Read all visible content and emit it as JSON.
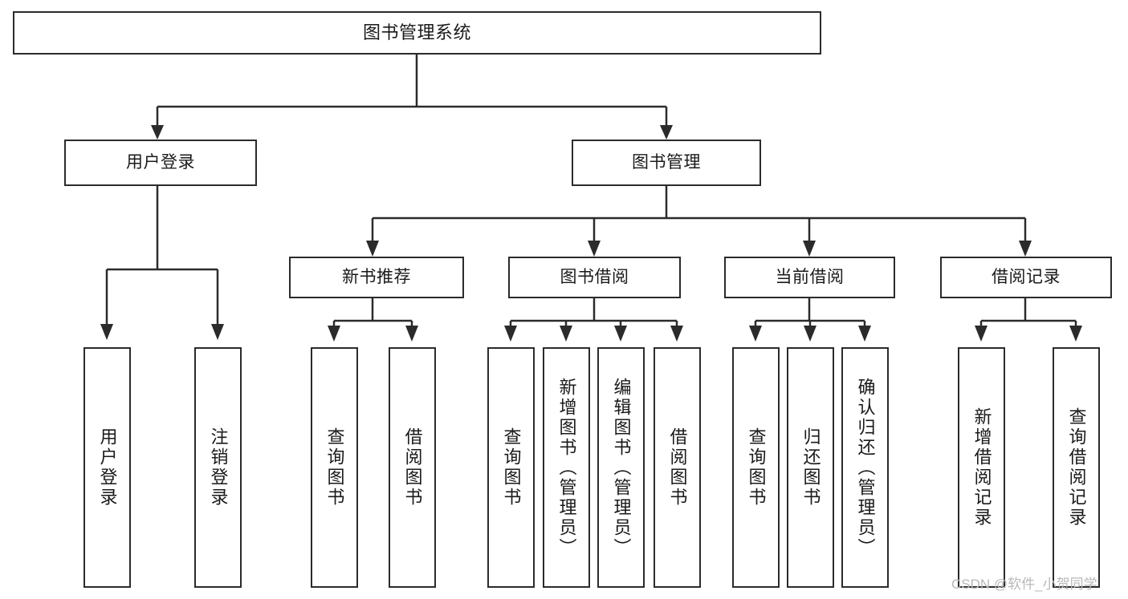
{
  "diagram": {
    "type": "tree-hierarchy",
    "title": "图书管理系统",
    "orientation": "top-down",
    "colors": {
      "background": "#ffffff",
      "box_border": "#2b2b2b",
      "box_fill": "#ffffff",
      "text": "#1a1a1a",
      "connector": "#2b2b2b",
      "watermark": "#b9b9b9"
    }
  },
  "nodes": {
    "root": {
      "label": "图书管理系统"
    },
    "level2": [
      {
        "id": "user-login",
        "label": "用户登录"
      },
      {
        "id": "book-management",
        "label": "图书管理"
      }
    ],
    "level3": [
      {
        "id": "new-book-recommend",
        "label": "新书推荐"
      },
      {
        "id": "book-borrow",
        "label": "图书借阅"
      },
      {
        "id": "current-borrow",
        "label": "当前借阅"
      },
      {
        "id": "borrow-record",
        "label": "借阅记录"
      }
    ],
    "leaves": [
      {
        "id": "leaf-user-login",
        "label": "用户登录",
        "parent": "user-login"
      },
      {
        "id": "leaf-user-logout",
        "label": "注销登录",
        "parent": "user-login"
      },
      {
        "id": "leaf-query-book-1",
        "label": "查询图书",
        "parent": "new-book-recommend"
      },
      {
        "id": "leaf-borrow-book-1",
        "label": "借阅图书",
        "parent": "new-book-recommend"
      },
      {
        "id": "leaf-query-book-2",
        "label": "查询图书",
        "parent": "book-borrow"
      },
      {
        "id": "leaf-add-book",
        "label": "新增图书（管理员）",
        "parent": "book-borrow"
      },
      {
        "id": "leaf-edit-book",
        "label": "编辑图书（管理员）",
        "parent": "book-borrow"
      },
      {
        "id": "leaf-borrow-book-2",
        "label": "借阅图书",
        "parent": "book-borrow"
      },
      {
        "id": "leaf-query-book-3",
        "label": "查询图书",
        "parent": "current-borrow"
      },
      {
        "id": "leaf-return-book",
        "label": "归还图书",
        "parent": "current-borrow"
      },
      {
        "id": "leaf-confirm-return",
        "label": "确认归还（管理员）",
        "parent": "current-borrow"
      },
      {
        "id": "leaf-add-record",
        "label": "新增借阅记录",
        "parent": "borrow-record"
      },
      {
        "id": "leaf-query-record",
        "label": "查询借阅记录",
        "parent": "borrow-record"
      }
    ]
  },
  "watermark": {
    "text": "CSDN @软件_小贺同学"
  }
}
